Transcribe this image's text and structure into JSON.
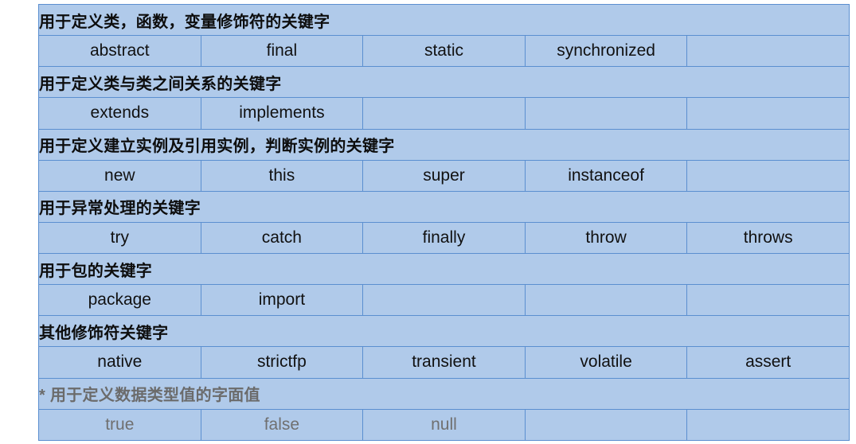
{
  "table": {
    "column_count": 5,
    "colors": {
      "cell_background": "#b0caea",
      "border": "#5b8fd0",
      "header_text": "#0d0d0d",
      "keyword_text": "#111111",
      "muted_text": "#6b6b6b",
      "page_background": "#ffffff"
    },
    "sections": [
      {
        "header": "用于定义类，函数，变量修饰符的关键字",
        "muted": false,
        "keywords": [
          "abstract",
          "final",
          "static",
          "synchronized",
          ""
        ]
      },
      {
        "header": "用于定义类与类之间关系的关键字",
        "muted": false,
        "keywords": [
          "extends",
          "implements",
          "",
          "",
          ""
        ]
      },
      {
        "header": "用于定义建立实例及引用实例，判断实例的关键字",
        "muted": false,
        "keywords": [
          "new",
          "this",
          "super",
          "instanceof",
          ""
        ]
      },
      {
        "header": "用于异常处理的关键字",
        "muted": false,
        "keywords": [
          "try",
          "catch",
          "finally",
          "throw",
          "throws"
        ]
      },
      {
        "header": "用于包的关键字",
        "muted": false,
        "keywords": [
          "package",
          "import",
          "",
          "",
          ""
        ]
      },
      {
        "header": "其他修饰符关键字",
        "muted": false,
        "keywords": [
          "native",
          "strictfp",
          "transient",
          "volatile",
          "assert"
        ]
      },
      {
        "header": "* 用于定义数据类型值的字面值",
        "muted": true,
        "keywords": [
          "true",
          "false",
          "null",
          "",
          ""
        ]
      }
    ]
  }
}
